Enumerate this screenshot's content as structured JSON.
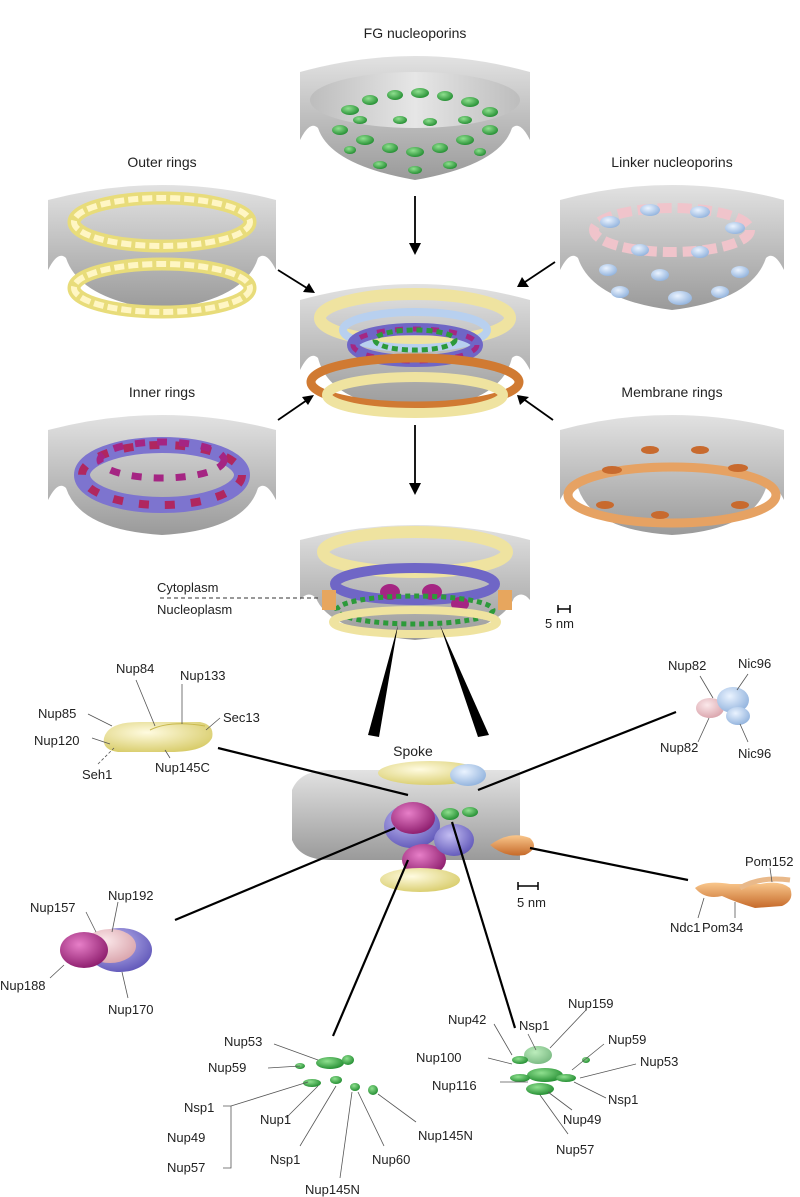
{
  "panels": {
    "fg": {
      "title": "FG nucleoporins"
    },
    "outer": {
      "title": "Outer rings"
    },
    "linker": {
      "title": "Linker nucleoporins"
    },
    "inner": {
      "title": "Inner rings"
    },
    "membrane": {
      "title": "Membrane rings"
    }
  },
  "cross_section": {
    "cytoplasm": "Cytoplasm",
    "nucleoplasm": "Nucleoplasm",
    "scale": "5 nm"
  },
  "spoke": {
    "title": "Spoke",
    "scale": "5 nm"
  },
  "outer_complex": {
    "labels": [
      "Nup85",
      "Nup84",
      "Nup133",
      "Sec13",
      "Nup120",
      "Seh1",
      "Nup145C"
    ]
  },
  "linker_complex": {
    "labels": [
      "Nup82",
      "Nic96",
      "Nup82",
      "Nic96"
    ]
  },
  "membrane_complex": {
    "labels": [
      "Pom152",
      "Ndc1",
      "Pom34"
    ]
  },
  "inner_complex": {
    "labels": [
      "Nup157",
      "Nup192",
      "Nup188",
      "Nup170"
    ]
  },
  "fg_left": {
    "labels": [
      "Nup53",
      "Nup59",
      "Nsp1",
      "Nup49",
      "Nup57",
      "Nup1",
      "Nsp1",
      "Nup145N",
      "Nup60",
      "Nup145N"
    ]
  },
  "fg_right": {
    "labels": [
      "Nup42",
      "Nup159",
      "Nsp1",
      "Nup59",
      "Nup100",
      "Nup53",
      "Nup116",
      "Nsp1",
      "Nup49",
      "Nup57"
    ]
  }
}
